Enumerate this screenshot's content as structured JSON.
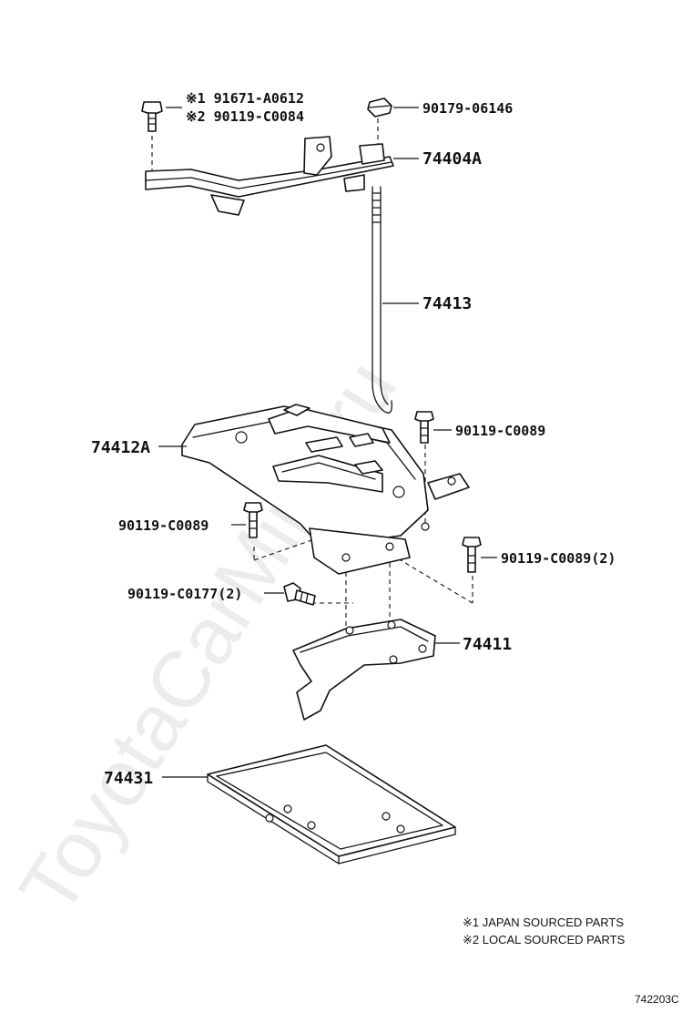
{
  "watermark": "ToyotaCarMine.ru",
  "callouts": {
    "bolt_top_left_j1": "※1 91671-A0612",
    "bolt_top_left_j2": "※2 90119-C0084",
    "nut_top": "90179-06146",
    "clamp": "74404A",
    "rod": "74413",
    "tray_upper": "74412A",
    "bolt_right_upper": "90119-C0089",
    "bolt_left_mid": "90119-C0089",
    "bolt_right_lower": "90119-C0089(2)",
    "bolt_stud": "90119-C0177(2)",
    "bracket": "74411",
    "tray_lower": "74431"
  },
  "notes": {
    "japan": "※1 JAPAN SOURCED PARTS",
    "local": "※2 LOCAL SOURCED PARTS"
  },
  "figure_code": "742203C"
}
